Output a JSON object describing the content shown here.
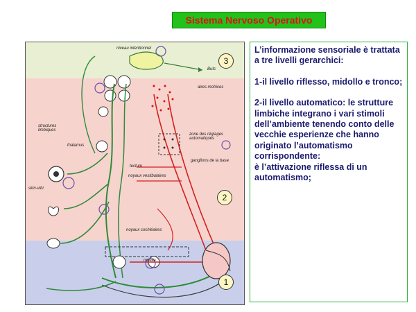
{
  "title": "Sistema Nervoso Operativo",
  "colors": {
    "title_bg": "#22c21a",
    "title_text": "#e0101a",
    "body_text": "#1a1a6e",
    "panel_border": "#22b33a",
    "zone_3": "#e9efd3",
    "zone_2": "#f7d3cd",
    "zone_1": "#c9cfea"
  },
  "diagram": {
    "level_badges": [
      "3",
      "2",
      "1"
    ],
    "labels": {
      "niveau_intentionnel": "niveau intentionnel",
      "buts": "Buts",
      "aires_motrices": "aires motrices",
      "structures_limbiques": "structures limbiques",
      "thalamus": "thalamus",
      "zone_reglages": "zone des réglages automatiques",
      "ganglions": "ganglions de la base",
      "tectum": "tectum",
      "noyaux_vestibulaires": "noyaux vestibulaires",
      "noyaux_cochleaires": "noyaux cochléaires",
      "moelle": "moelle",
      "skin": "skin-vibr"
    }
  },
  "text": {
    "intro": "L’informazione sensoriale è trattata a tre livelli gerarchici:",
    "level1": "1-il livello riflesso, midollo e tronco;",
    "level2": "2-il livello automatico: le strutture limbiche integrano i vari stimoli dell’ambiente tenendo conto delle vecchie esperienze che hanno originato l’automatismo corrispondente:",
    "level2b": "è l’attivazione riflessa di un automatismo;"
  }
}
